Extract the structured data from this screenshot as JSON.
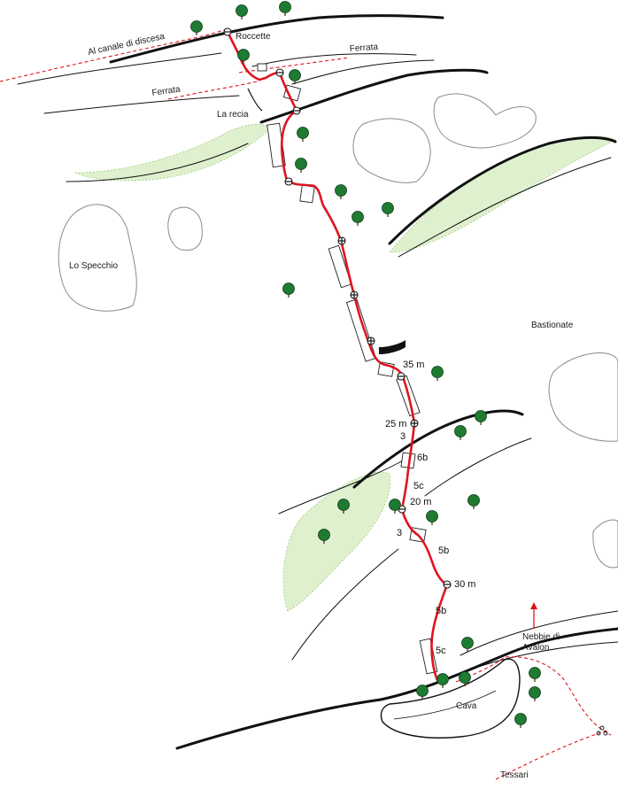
{
  "labels": {
    "al_canale": "Al canale di discesa",
    "roccette": "Roccette",
    "ferrata_top": "Ferrata",
    "ferrata_left": "Ferrata",
    "la_recia": "La recia",
    "lo_specchio": "Lo Specchio",
    "bastionate": "Bastionate",
    "cava": "Cava",
    "nebbie": "Nebbie di",
    "avalon": "Avalon",
    "tessari": "Tessari"
  },
  "pitch_labels": {
    "l35": "35 m",
    "l25": "25 m",
    "l3a": "3",
    "l6b": "6b",
    "l5c_up": "5c",
    "l20": "20 m",
    "l3b": "3",
    "l5b_up": "5b",
    "l30": "30 m",
    "l5b_low": "5b",
    "l5c_low": "5c"
  },
  "colors": {
    "route": "#e0141e",
    "path": "#e0141e",
    "ledge": "#111111",
    "vegetation": "#7cc253",
    "tree": "#1f7a32",
    "rock_outline": "#8a8a8a"
  }
}
